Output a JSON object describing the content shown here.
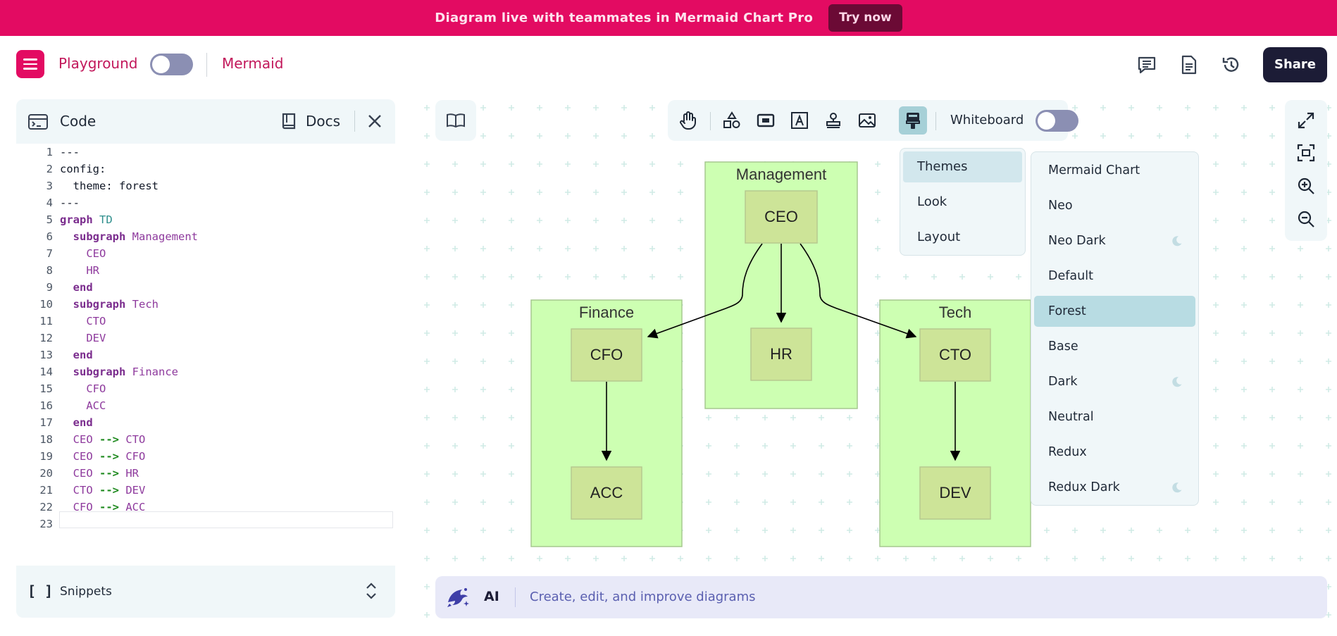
{
  "banner": {
    "text": "Diagram live with teammates in Mermaid Chart Pro",
    "cta": "Try now"
  },
  "header": {
    "playground": "Playground",
    "mermaid": "Mermaid",
    "share": "Share"
  },
  "code_panel": {
    "title": "Code",
    "docs": "Docs",
    "snippets": "Snippets",
    "line_numbers": [
      "1",
      "2",
      "3",
      "4",
      "5",
      "6",
      "7",
      "8",
      "9",
      "10",
      "11",
      "12",
      "13",
      "14",
      "15",
      "16",
      "17",
      "18",
      "19",
      "20",
      "21",
      "22",
      "23"
    ],
    "lines": [
      {
        "p": [
          "---"
        ]
      },
      {
        "p": [
          "config:"
        ]
      },
      {
        "p": [
          "  theme: forest"
        ]
      },
      {
        "p": [
          "---"
        ]
      },
      {
        "kw": "graph",
        "rest": " TD"
      },
      {
        "indent": "  ",
        "kw": "subgraph",
        "name": " Management"
      },
      {
        "indent": "    ",
        "name": "CEO"
      },
      {
        "indent": "    ",
        "name": "HR"
      },
      {
        "indent": "  ",
        "kw": "end"
      },
      {
        "indent": "  ",
        "kw": "subgraph",
        "name": " Tech"
      },
      {
        "indent": "    ",
        "name": "CTO"
      },
      {
        "indent": "    ",
        "name": "DEV"
      },
      {
        "indent": "  ",
        "kw": "end"
      },
      {
        "indent": "  ",
        "kw": "subgraph",
        "name": " Finance"
      },
      {
        "indent": "    ",
        "name": "CFO"
      },
      {
        "indent": "    ",
        "name": "ACC"
      },
      {
        "indent": "  ",
        "kw": "end"
      },
      {
        "indent": "  ",
        "a": "CEO",
        "op": " --> ",
        "b": "CTO"
      },
      {
        "indent": "  ",
        "a": "CEO",
        "op": " --> ",
        "b": "CFO"
      },
      {
        "indent": "  ",
        "a": "CEO",
        "op": " --> ",
        "b": "HR"
      },
      {
        "indent": "  ",
        "a": "CTO",
        "op": " --> ",
        "b": "DEV"
      },
      {
        "indent": "  ",
        "a": "CFO",
        "op": " --> ",
        "b": "ACC"
      },
      {
        "p": [
          ""
        ]
      }
    ]
  },
  "toolbar": {
    "whiteboard": "Whiteboard"
  },
  "menu": {
    "sections": [
      "Themes",
      "Look",
      "Layout"
    ],
    "active_section": "Themes",
    "themes": [
      "Mermaid Chart",
      "Neo",
      "Neo Dark",
      "Default",
      "Forest",
      "Base",
      "Dark",
      "Neutral",
      "Redux",
      "Redux Dark"
    ],
    "dark_themes": [
      "Neo Dark",
      "Dark",
      "Redux Dark"
    ],
    "selected_theme": "Forest"
  },
  "ai_bar": {
    "label": "AI",
    "placeholder": "Create, edit, and improve diagrams"
  },
  "diagram": {
    "subgraphs": [
      "Management",
      "Finance",
      "Tech"
    ],
    "nodes": [
      "CEO",
      "HR",
      "CFO",
      "ACC",
      "CTO",
      "DEV"
    ]
  },
  "colors": {
    "accent": "#e30b62",
    "subgraph_fill": "#cdffb2",
    "subgraph_stroke": "#a6c88f",
    "node_fill": "#cde498",
    "node_stroke": "#b7c98f",
    "share_bg": "#1c1c36"
  }
}
